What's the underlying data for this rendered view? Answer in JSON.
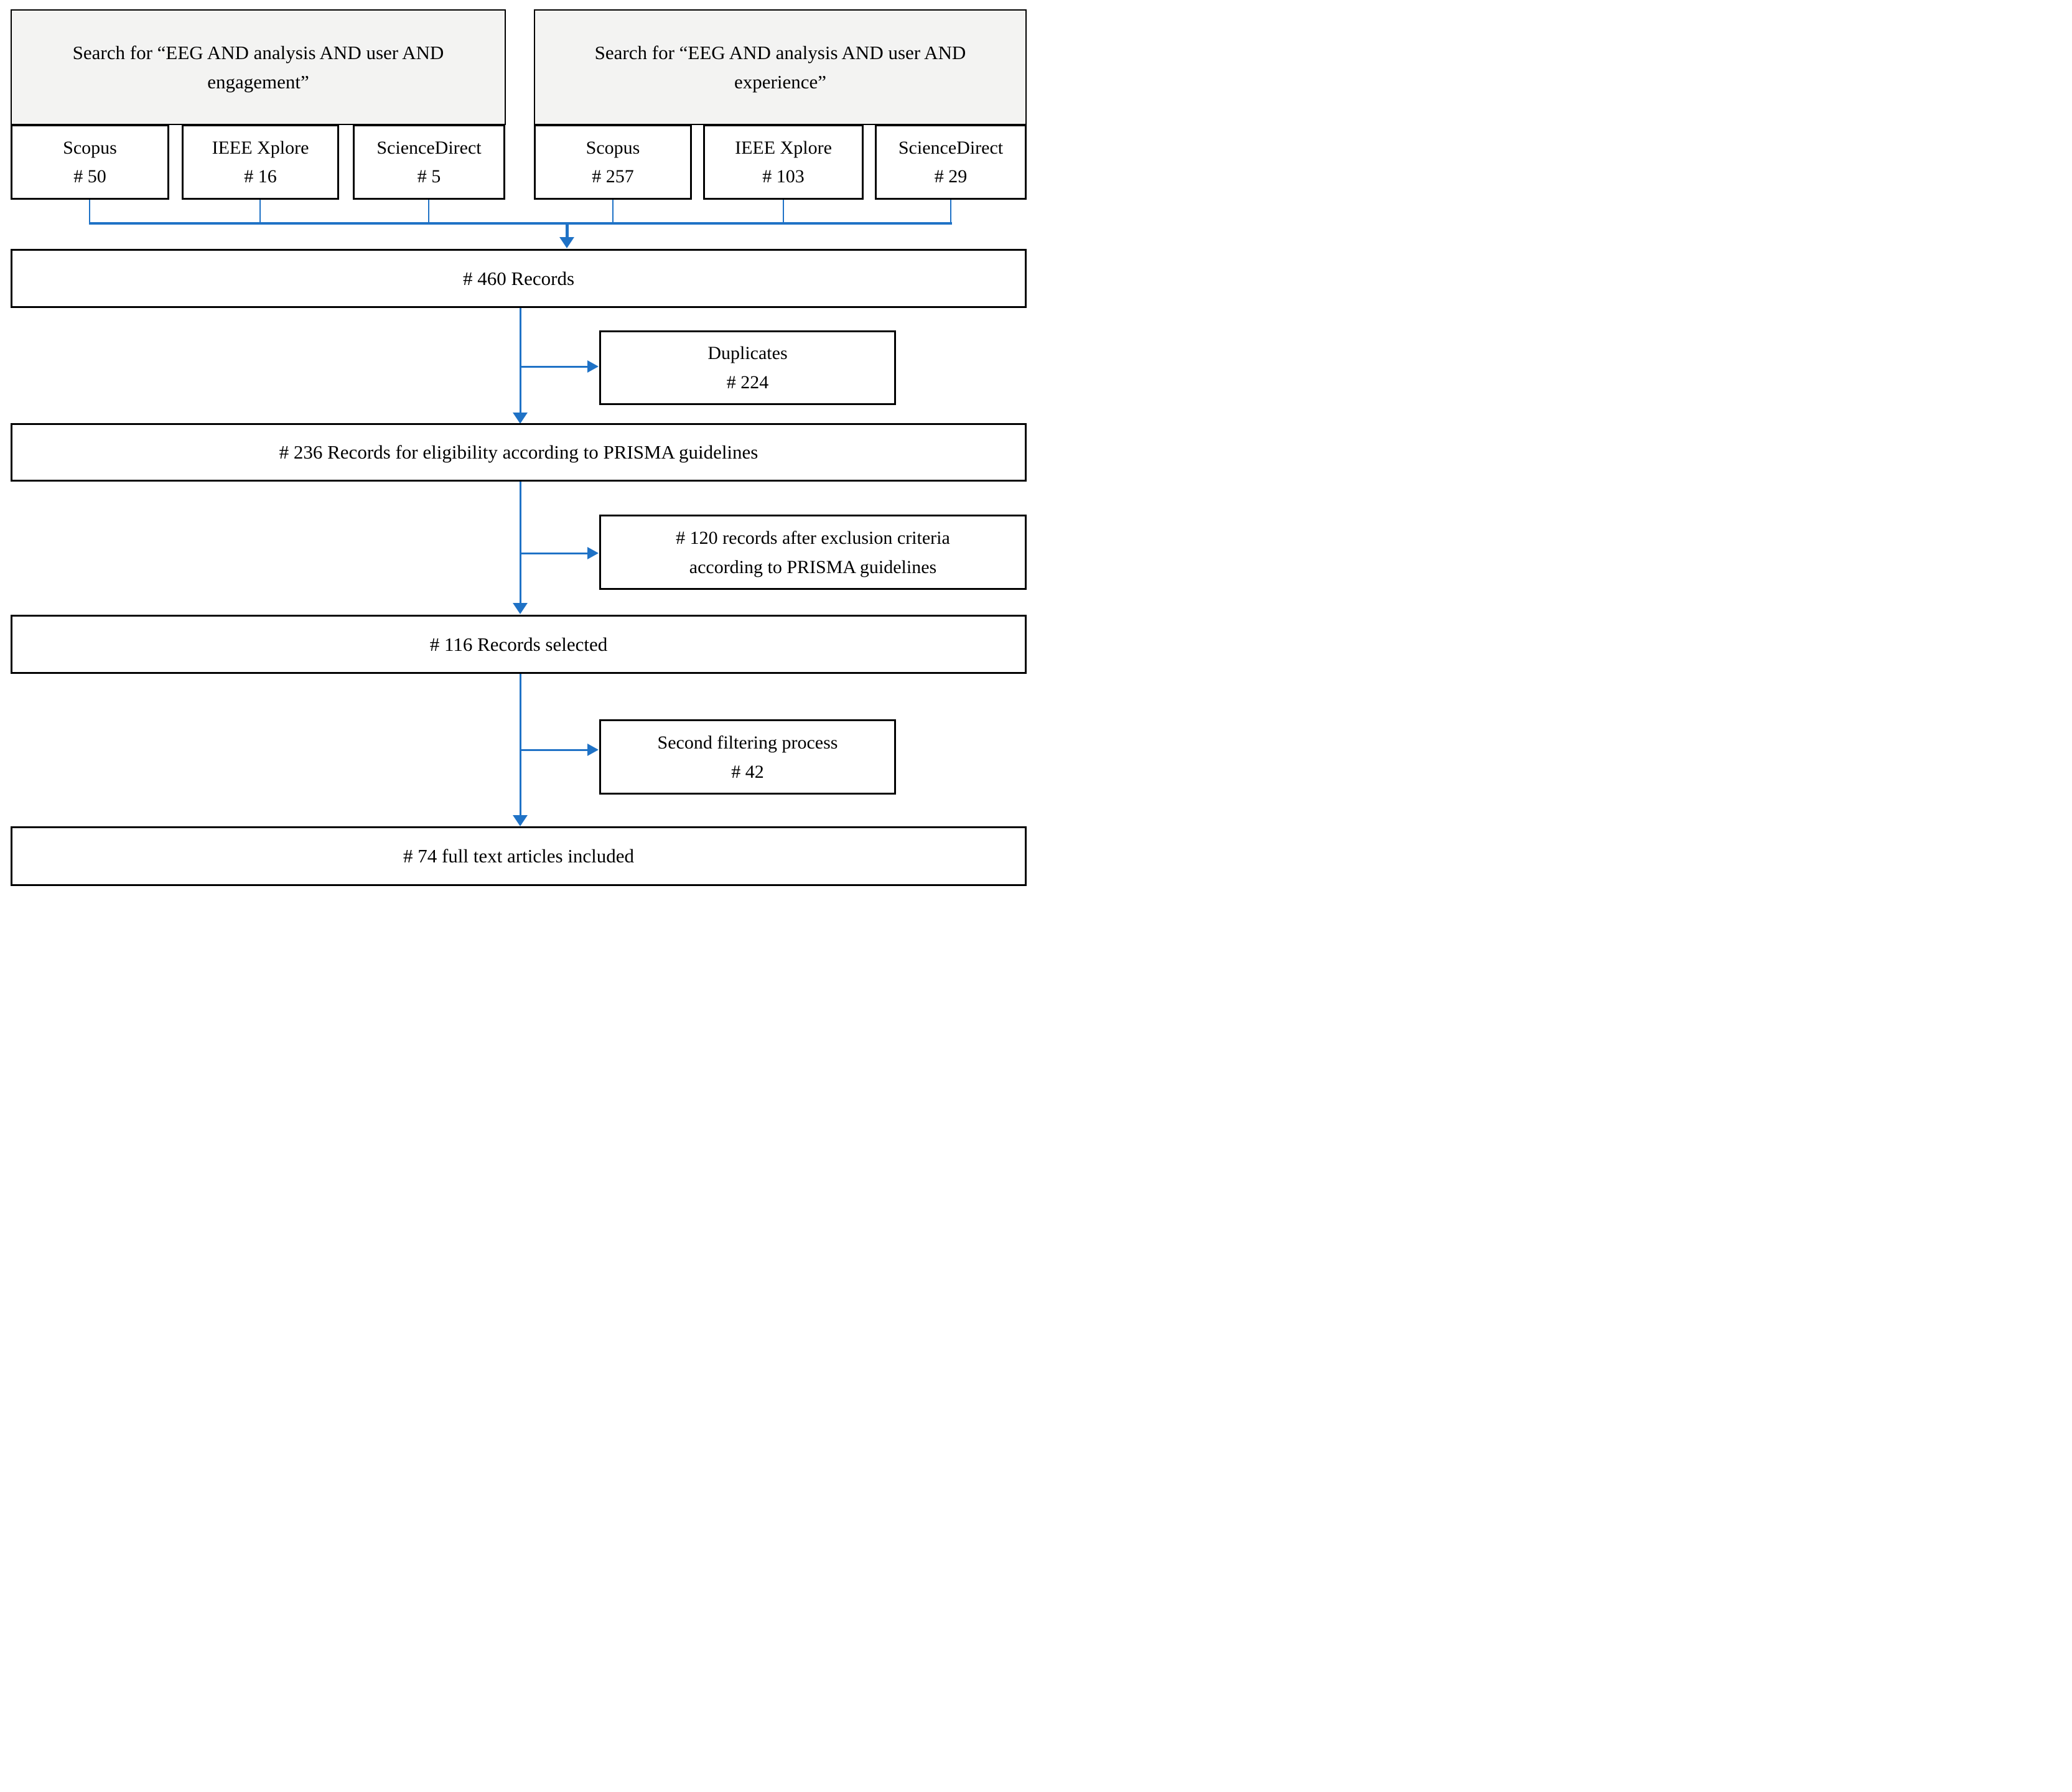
{
  "diagram": {
    "search_groups": [
      {
        "query_lines": [
          "Search for “EEG AND analysis AND user AND",
          "engagement”"
        ],
        "sources": [
          {
            "name": "Scopus",
            "count": "# 50"
          },
          {
            "name": "IEEE Xplore",
            "count": "# 16"
          },
          {
            "name": "ScienceDirect",
            "count": "# 5"
          }
        ]
      },
      {
        "query_lines": [
          "Search for “EEG AND analysis AND user AND",
          "experience”"
        ],
        "sources": [
          {
            "name": "Scopus",
            "count": "# 257"
          },
          {
            "name": "IEEE Xplore",
            "count": "# 103"
          },
          {
            "name": "ScienceDirect",
            "count": "# 29"
          }
        ]
      }
    ],
    "flow": {
      "records_total": "# 460 Records",
      "duplicates": {
        "lines": [
          "Duplicates",
          "# 224"
        ]
      },
      "eligibility": "# 236 Records for eligibility according to PRISMA guidelines",
      "excluded": {
        "lines": [
          "# 120 records after exclusion criteria",
          "according to PRISMA guidelines"
        ]
      },
      "selected": "# 116 Records selected",
      "second_filter": {
        "lines": [
          "Second filtering process",
          "# 42"
        ]
      },
      "included": "# 74 full text articles included"
    }
  },
  "colors": {
    "connector_blue": "#1F72C6",
    "box_border": "#000000",
    "header_fill": "#F3F3F2",
    "text": "#000000",
    "background": "#FFFFFF"
  }
}
